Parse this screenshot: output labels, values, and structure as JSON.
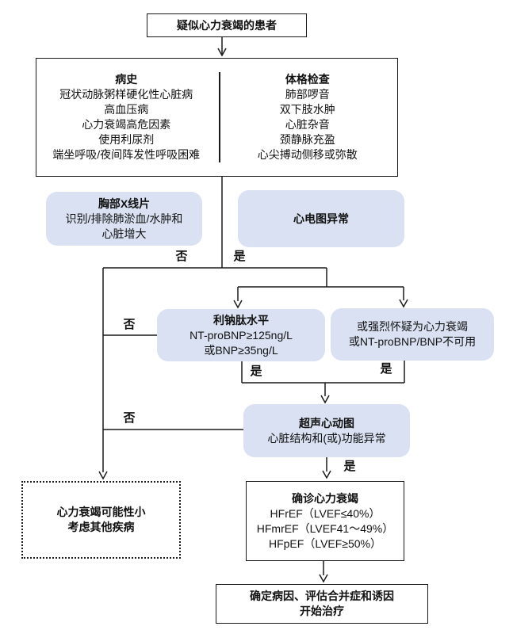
{
  "colors": {
    "box_fill": "#d9e1f2",
    "line": "#1a1a1a"
  },
  "flowchart": {
    "title_box": {
      "text": "疑似心力衰竭的患者"
    },
    "assessment_box": {
      "history": {
        "title": "病史",
        "items": [
          "冠状动脉粥样硬化性心脏病",
          "高血压病",
          "心力衰竭高危因素",
          "使用利尿剂",
          "端坐呼吸/夜间阵发性呼吸困难"
        ]
      },
      "physical_exam": {
        "title": "体格检查",
        "items": [
          "肺部啰音",
          "双下肢水肿",
          "心脏杂音",
          "颈静脉充盈",
          "心尖搏动侧移或弥散"
        ]
      }
    },
    "chest_xray_box": {
      "title": "胸部X线片",
      "line1": "识别/排除肺淤血/水肿和",
      "line2": "心脏增大"
    },
    "ecg_box": {
      "title": "心电图异常"
    },
    "natriuretic_box": {
      "title": "利钠肽水平",
      "line1": "NT-proBNP≥125ng/L",
      "line2": "或BNP≥35ng/L"
    },
    "suspicion_box": {
      "line1": "或强烈怀疑为心力衰竭",
      "line2": "或NT-proBNP/BNP不可用"
    },
    "echo_box": {
      "title": "超声心动图",
      "line1": "心脏结构和(或)功能异常"
    },
    "diagnosis_box": {
      "title": "确诊心力衰竭",
      "lines": [
        "HFrEF（LVEF≤40%）",
        "HFmrEF（LVEF41～49%）",
        "HFpEF（LVEF≥50%）"
      ]
    },
    "low_probability_box": {
      "line1": "心力衰竭可能性小",
      "line2": "考虑其他疾病"
    },
    "treatment_box": {
      "line1": "确定病因、评估合并症和诱因",
      "line2": "开始治疗"
    },
    "labels": {
      "no": "否",
      "yes": "是"
    }
  }
}
